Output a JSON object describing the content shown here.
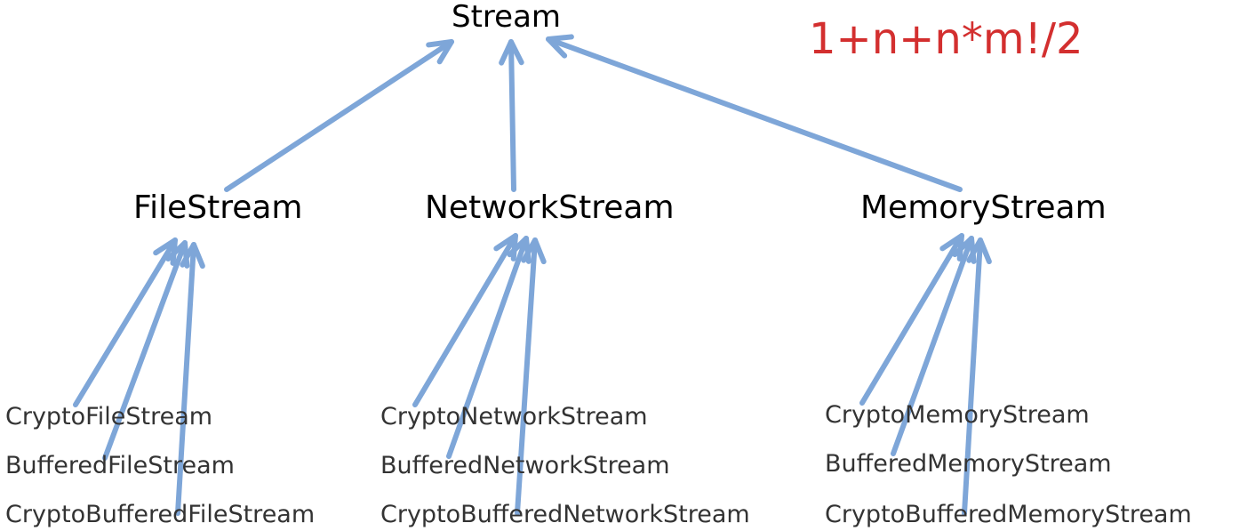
{
  "colors": {
    "arrow": "#7EA6D8",
    "text": "#000000",
    "formula": "#D32F2F"
  },
  "formula": "1+n+n*m!/2",
  "nodes": {
    "root": "Stream",
    "file": {
      "label": "FileStream",
      "children": [
        "CryptoFileStream",
        "BufferedFileStream",
        "CryptoBufferedFileStream"
      ]
    },
    "network": {
      "label": "NetworkStream",
      "children": [
        "CryptoNetworkStream",
        "BufferedNetworkStream",
        "CryptoBufferedNetworkStream"
      ]
    },
    "memory": {
      "label": "MemoryStream",
      "children": [
        "CryptoMemoryStream",
        "BufferedMemoryStream",
        "CryptoBufferedMemoryStream"
      ]
    }
  }
}
